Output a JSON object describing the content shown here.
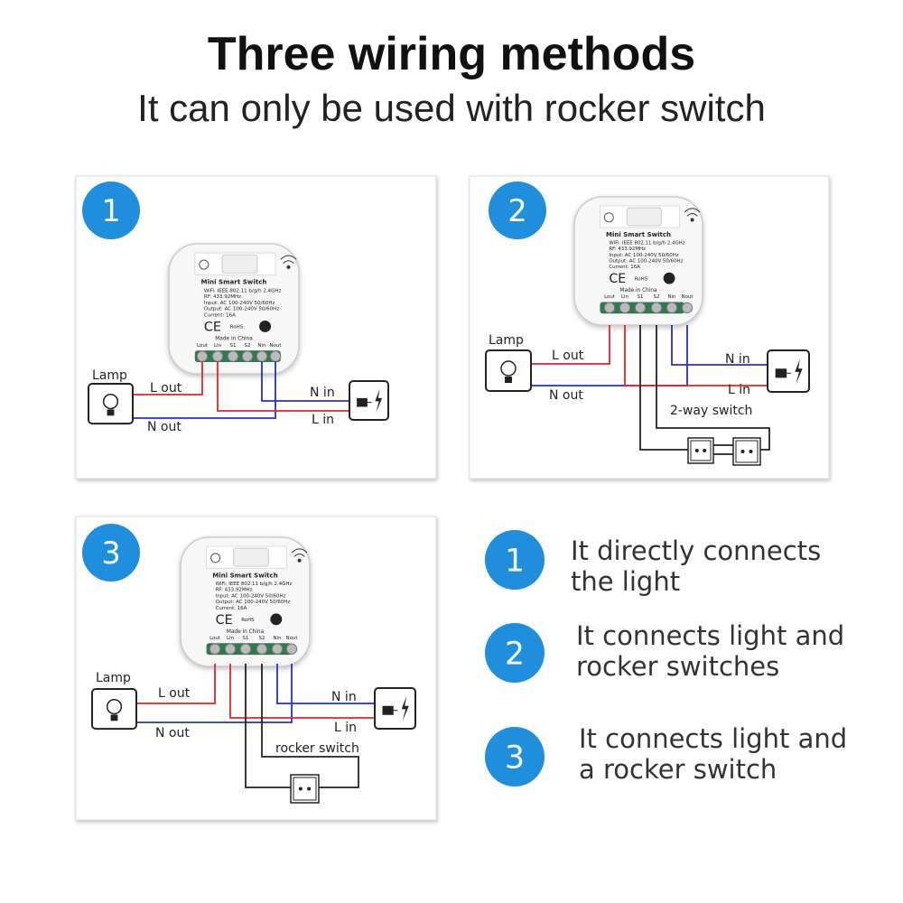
{
  "title": "Three  wiring methods",
  "subtitle": "It can only  be used with rocker switch",
  "accent": "#1f8fdd",
  "wire_colors": {
    "live": "#e0262b",
    "neutral": "#2630c8",
    "switch": "#222222"
  },
  "device": {
    "name": "Mini Smart Switch",
    "specs": [
      "WiFi: IEEE 802.11 b/g/h  2.4GHz",
      "RF: 433.92MHz",
      "Input: AC 100-240V  50/60Hz",
      "Output: AC 100-240V  50/60Hz",
      "Current: 16A"
    ],
    "ce": "CE",
    "rohs": "RoHS",
    "wifi_logo": "Wi Fi",
    "origin": "Made in China",
    "terminals": [
      "Lout",
      "Lin",
      "S1",
      "S2",
      "Nin",
      "Nout"
    ]
  },
  "panels": [
    {
      "number": "1",
      "lamp": "Lamp",
      "l_out": "L out",
      "n_out": "N out",
      "n_in": "N in",
      "l_in": "L in"
    },
    {
      "number": "2",
      "lamp": "Lamp",
      "l_out": "L out",
      "n_out": "N out",
      "n_in": "N in",
      "l_in": "L in",
      "switch_label": "2-way switch"
    },
    {
      "number": "3",
      "lamp": "Lamp",
      "l_out": "L out",
      "n_out": "N out",
      "n_in": "N in",
      "l_in": "L in",
      "switch_label": "rocker switch"
    }
  ],
  "legend": [
    {
      "number": "1",
      "text": "It directly connects the light",
      "line1": "It directly connects",
      "line2": "the light"
    },
    {
      "number": "2",
      "text": "It connects light and rocker switches",
      "line1": "It connects light and",
      "line2": "rocker switches"
    },
    {
      "number": "3",
      "text": "It connects light and a rocker switch",
      "line1": "It connects light and",
      "line2": "a rocker switch"
    }
  ]
}
